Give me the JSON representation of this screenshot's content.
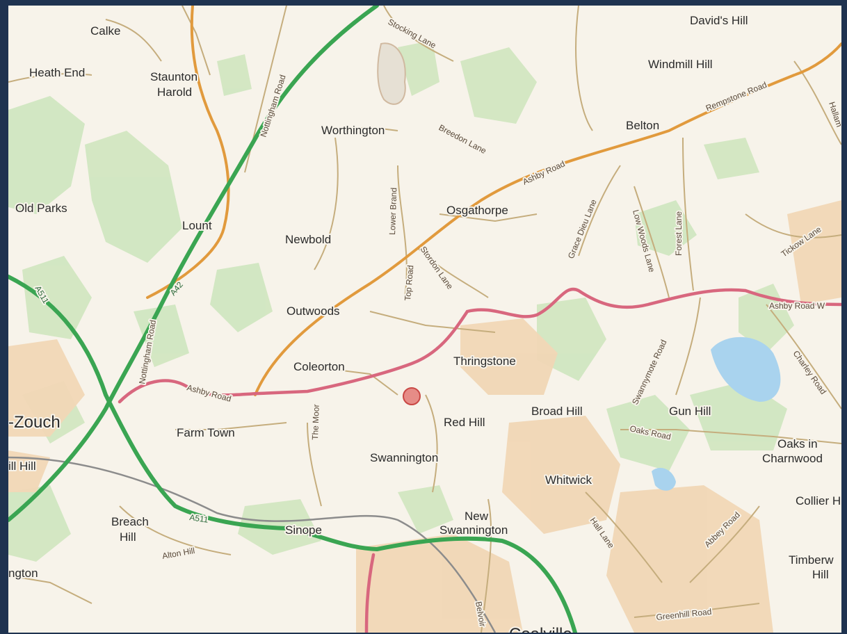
{
  "map": {
    "places": {
      "calke": "Calke",
      "heath_end": "Heath End",
      "staunton_harold_1": "Staunton",
      "staunton_harold_2": "Harold",
      "davids_hill": "David's Hill",
      "windmill_hill": "Windmill Hill",
      "worthington": "Worthington",
      "belton": "Belton",
      "old_parks": "Old Parks",
      "lount": "Lount",
      "newbold": "Newbold",
      "osgathorpe": "Osgathorpe",
      "outwoods": "Outwoods",
      "coleorton": "Coleorton",
      "thringstone": "Thringstone",
      "zouch": "-Zouch",
      "farm_town": "Farm Town",
      "red_hill": "Red Hill",
      "broad_hill": "Broad Hill",
      "gun_hill": "Gun Hill",
      "oaks_in_charnwood_1": "Oaks in",
      "oaks_in_charnwood_2": "Charnwood",
      "swannington": "Swannington",
      "whitwick": "Whitwick",
      "collier_hill": "Collier H",
      "breach_hill_1": "Breach",
      "breach_hill_2": "Hill",
      "new_swannington_1": "New",
      "new_swannington_2": "Swannington",
      "sinope": "Sinope",
      "timberwood_1": "Timberw",
      "timberwood_2": "Hill",
      "ngton": "ngton",
      "ill_hill": "ill Hill",
      "coalville": "Coalville"
    },
    "roads": {
      "stocking_lane": "Stocking Lane",
      "nottingham_road_north": "Nottingham Road",
      "rempstone_road": "Rempstone Road",
      "hallam": "Hallam",
      "breedon_lane": "Breedon Lane",
      "ashby_road_ne": "Ashby Road",
      "lower_brand": "Lower Brand",
      "grace_dieu_lane": "Grace Dieu Lane",
      "low_woods_lane": "Low Woods Lane",
      "forest_lane": "Forest Lane",
      "tickow_lane": "Tickow Lane",
      "top_road": "Top Road",
      "stordon_lane": "Stordon Lane",
      "ashby_road_w": "Ashby Road W",
      "a42": "A42",
      "a511_n": "A511",
      "nottingham_road_sw": "Nottingham Road",
      "swannymote_road": "Swannymote Road",
      "charley_road": "Charley Road",
      "ashby_road_sw": "Ashby Road",
      "the_moor": "The Moor",
      "oaks_road": "Oaks Road",
      "a511_s": "A511",
      "alton_hill": "Alton Hill",
      "hall_lane": "Hall Lane",
      "abbey_road": "Abbey Road",
      "greenhill_road": "Greenhill Road",
      "belvoir": "Belvoir"
    },
    "colors": {
      "background": "#f7f3ea",
      "frame": "#1f3350",
      "motorway": "#3aa552",
      "a_road": "#d8677e",
      "b_road": "#e19a3d",
      "minor_road": "#b59a6a",
      "woodland": "#cfe6bf",
      "water": "#a9d3ee",
      "urban": "#f1d7b6",
      "marker": "#e06a66"
    },
    "marker_icon": "location-circle-icon"
  }
}
